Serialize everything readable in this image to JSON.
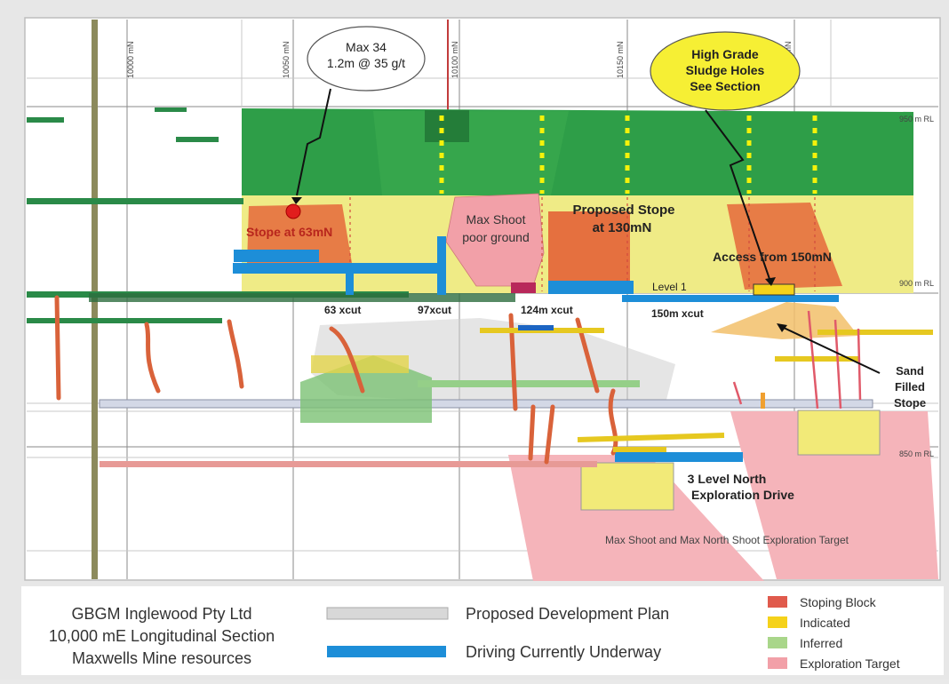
{
  "grid": {
    "northings": [
      "10000 mN",
      "10050 mN",
      "10100 mN",
      "10150 mN",
      "10200 mN"
    ],
    "rl_labels": [
      "950 m RL",
      "900 m RL",
      "850 m RL"
    ]
  },
  "callouts": {
    "max34": {
      "line1": "Max 34",
      "line2": "1.2m @ 35 g/t"
    },
    "sludge": {
      "line1": "High Grade",
      "line2": "Sludge Holes",
      "line3": "See Section"
    }
  },
  "labels": {
    "stope_63": "Stope at 63mN",
    "max_shoot_1": "Max Shoot",
    "max_shoot_2": "poor ground",
    "proposed_stope_1": "Proposed Stope",
    "proposed_stope_2": "at 130mN",
    "access_150": "Access from 150mN",
    "level1": "Level 1",
    "xcut63": "63 xcut",
    "xcut97": "97xcut",
    "xcut124": "124m xcut",
    "xcut150": "150m xcut",
    "sand_1": "Sand",
    "sand_2": "Filled",
    "sand_3": "Stope",
    "drive_1": "3 Level North",
    "drive_2": "Exploration Drive",
    "target": "Max Shoot and Max North Shoot Exploration Target"
  },
  "legend": {
    "company": "GBGM Inglewood Pty Ltd",
    "section": "10,000 mE Longitudinal Section",
    "resources": "Maxwells Mine resources",
    "proposed_plan": "Proposed Development Plan",
    "driving": "Driving Currently Underway",
    "key": [
      {
        "label": "Stoping Block",
        "color": "#e05a4c"
      },
      {
        "label": "Indicated",
        "color": "#f5d21a"
      },
      {
        "label": "Inferred",
        "color": "#a9d68a"
      },
      {
        "label": "Exploration Target",
        "color": "#f2a0a8"
      }
    ]
  },
  "colors": {
    "green_zone": "#2e9e48",
    "yellow_zone": "#efeb86",
    "stope_orange": "#e5703f",
    "exploration_pink": "#f5b4ba",
    "drive_blue": "#1d8ed8",
    "dev_grey": "#d3d3d3"
  }
}
